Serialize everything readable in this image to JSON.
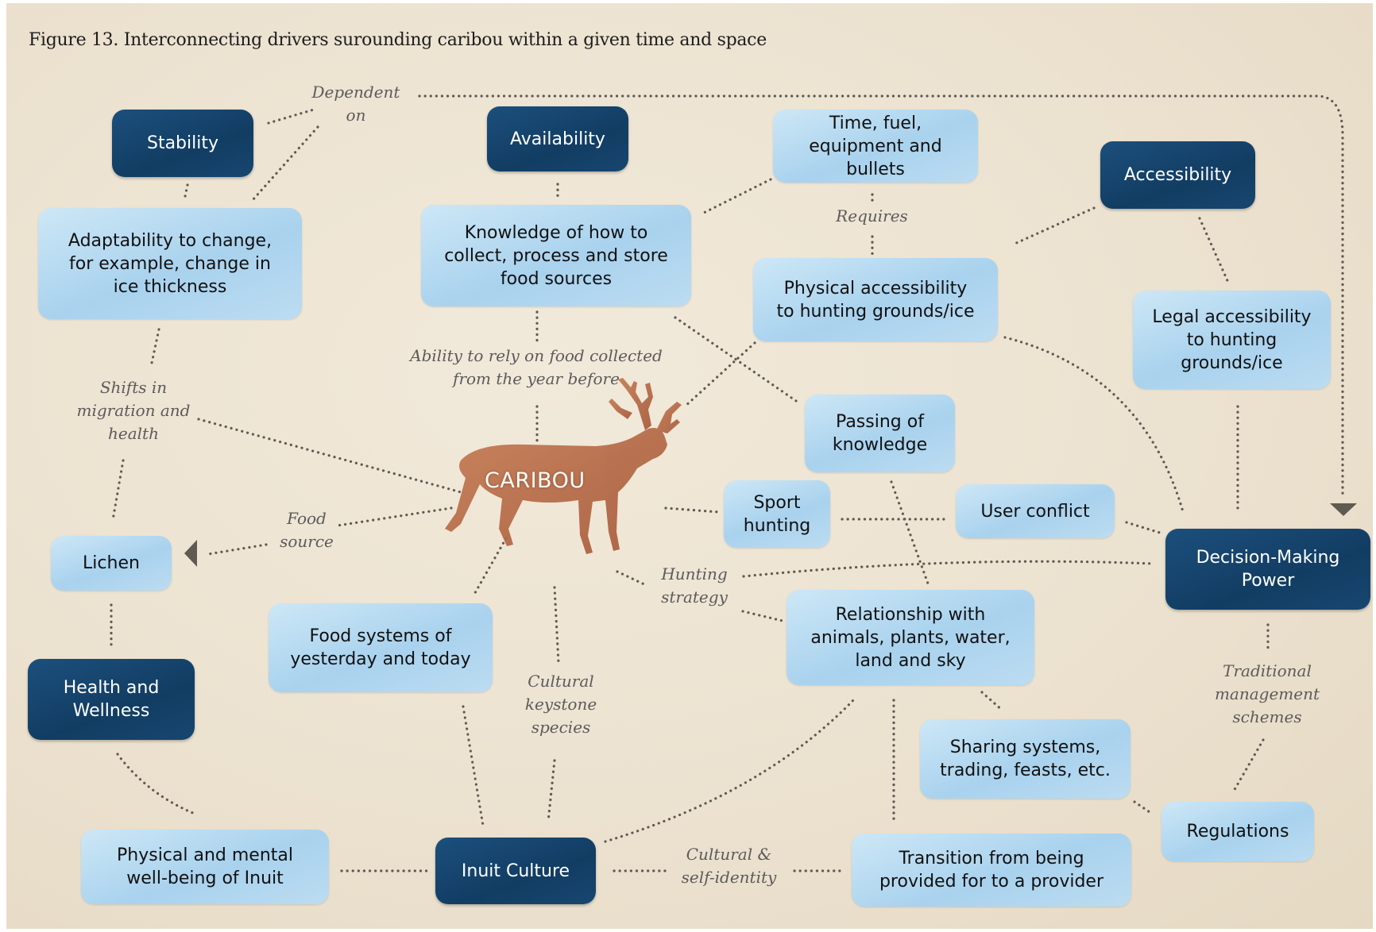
{
  "figure_title": "Figure 13. Interconnecting drivers surounding caribou within a given time and space",
  "center": {
    "label": "CARIBOU"
  },
  "nodes": {
    "stability": "Stability",
    "availability": "Availability",
    "time_fuel": "Time, fuel,\nequipment and bullets",
    "accessibility": "Accessibility",
    "adaptability": "Adaptability to change,\nfor example, change in\nice thickness",
    "knowledge": "Knowledge of how to\ncollect, process and store\nfood sources",
    "physical_access": "Physical accessibility\nto hunting grounds/ice",
    "legal_access": "Legal accessibility\nto hunting\ngrounds/ice",
    "passing_knowledge": "Passing of\nknowledge",
    "sport_hunting": "Sport\nhunting",
    "user_conflict": "User conflict",
    "decision_power": "Decision-Making\nPower",
    "lichen": "Lichen",
    "health_wellness": "Health and\nWellness",
    "food_systems": "Food systems of\nyesterday and today",
    "relationship": "Relationship with\nanimals, plants, water,\nland and sky",
    "sharing": "Sharing systems,\ntrading, feasts, etc.",
    "regulations": "Regulations",
    "wellbeing": "Physical and mental\nwell-being of Inuit",
    "inuit_culture": "Inuit Culture",
    "transition": "Transition from being\nprovided for to a provider"
  },
  "edge_labels": {
    "dependent_on": "Dependent\non",
    "requires": "Requires",
    "ability_rely": "Ability to rely on food collected\nfrom the year before",
    "shifts": "Shifts in\nmigration and\nhealth",
    "food_source": "Food\nsource",
    "hunting_strategy": "Hunting\nstrategy",
    "cultural_keystone": "Cultural\nkeystone\nspecies",
    "traditional_mgmt": "Traditional\nmanagement\nschemes",
    "cultural_identity": "Cultural &\nself-identity"
  },
  "colors": {
    "light_node": "#b3d8f0",
    "dark_node": "#153f66",
    "connector": "#5f5a52",
    "caribou": "#b56a45"
  },
  "icons": {
    "arrowhead": "triangle-arrow-icon",
    "caribou": "caribou-icon"
  }
}
